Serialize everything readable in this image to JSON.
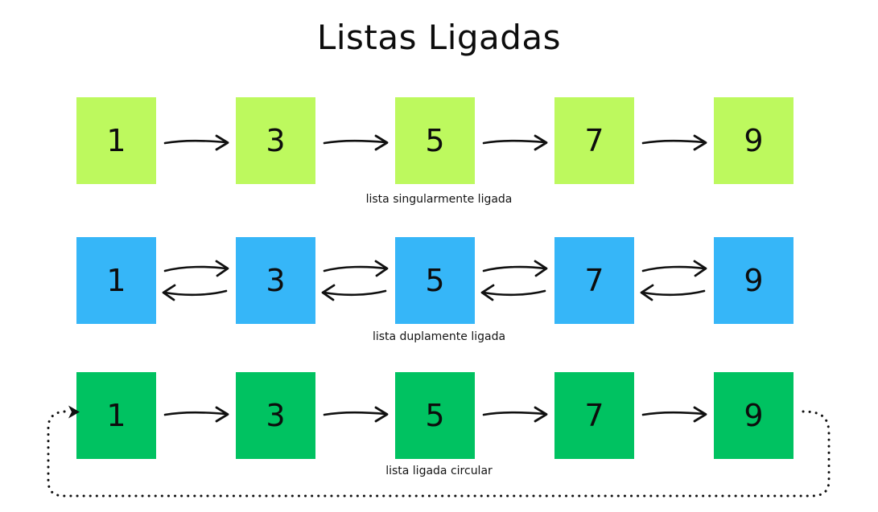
{
  "title": "Listas Ligadas",
  "background_color": "#ffffff",
  "text_color": "#0d0d0d",
  "lists": [
    {
      "id": "singly-linked",
      "caption": "lista singularmente ligada",
      "node_color": "#bdf95e",
      "link_style": "forward-arrow",
      "nodes": [
        {
          "value": "1"
        },
        {
          "value": "3"
        },
        {
          "value": "5"
        },
        {
          "value": "7"
        },
        {
          "value": "9"
        }
      ]
    },
    {
      "id": "doubly-linked",
      "caption": "lista duplamente ligada",
      "node_color": "#36b6f8",
      "link_style": "bidirectional-arrows",
      "nodes": [
        {
          "value": "1"
        },
        {
          "value": "3"
        },
        {
          "value": "5"
        },
        {
          "value": "7"
        },
        {
          "value": "9"
        }
      ]
    },
    {
      "id": "circular-linked",
      "caption": "lista ligada circular",
      "node_color": "#00c261",
      "link_style": "forward-arrow-with-dotted-loopback",
      "nodes": [
        {
          "value": "1"
        },
        {
          "value": "3"
        },
        {
          "value": "5"
        },
        {
          "value": "7"
        },
        {
          "value": "9"
        }
      ]
    }
  ]
}
